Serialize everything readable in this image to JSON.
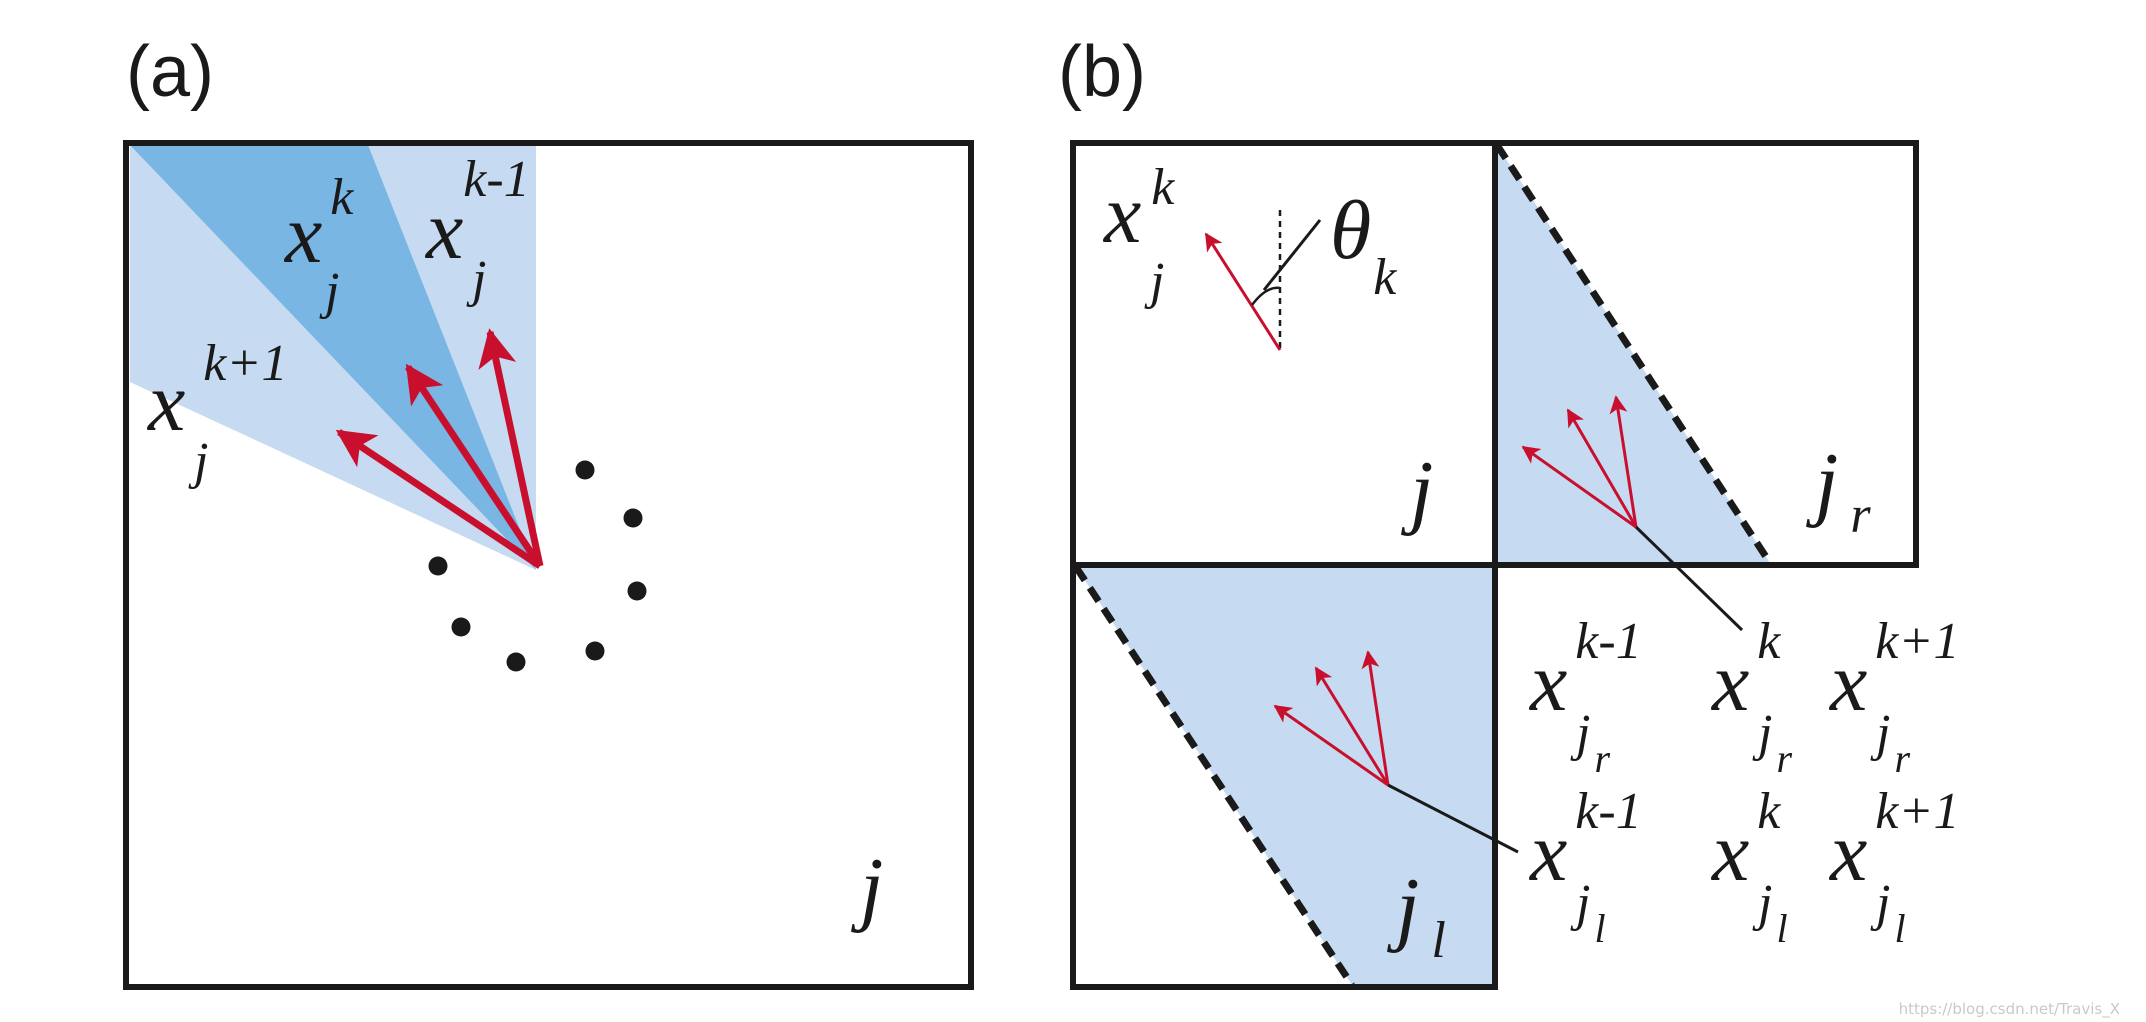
{
  "colors": {
    "outline": "#1a1a1a",
    "fill_light": "#c6dbf1",
    "fill_dark": "#7ab6e4",
    "arrow": "#c8102e"
  },
  "panel_a": {
    "label": "(a)",
    "cell_label": "j",
    "labels": {
      "prev": {
        "base": "x",
        "sub": "j",
        "sup": "k-1"
      },
      "cur": {
        "base": "x",
        "sub": "j",
        "sup": "k"
      },
      "next": {
        "base": "x",
        "sub": "j",
        "sup": "k+1"
      }
    }
  },
  "panel_b": {
    "label": "(b)",
    "cell_j": {
      "label": "j"
    },
    "cell_jr": {
      "label": "j",
      "sub": "r"
    },
    "cell_jl": {
      "label": "j",
      "sub": "l"
    },
    "orientation_label": {
      "base": "x",
      "sub": "j",
      "sup": "k"
    },
    "angle_label": {
      "base": "θ",
      "sub": "k"
    },
    "jr_row": [
      {
        "base": "x",
        "sub": "j",
        "subsub": "r",
        "sup": "k-1"
      },
      {
        "base": "x",
        "sub": "j",
        "subsub": "r",
        "sup": "k"
      },
      {
        "base": "x",
        "sub": "j",
        "subsub": "r",
        "sup": "k+1"
      }
    ],
    "jl_row": [
      {
        "base": "x",
        "sub": "j",
        "subsub": "l",
        "sup": "k-1"
      },
      {
        "base": "x",
        "sub": "j",
        "subsub": "l",
        "sup": "k"
      },
      {
        "base": "x",
        "sub": "j",
        "subsub": "l",
        "sup": "k+1"
      }
    ]
  },
  "watermark": "https://blog.csdn.net/Travis_X"
}
